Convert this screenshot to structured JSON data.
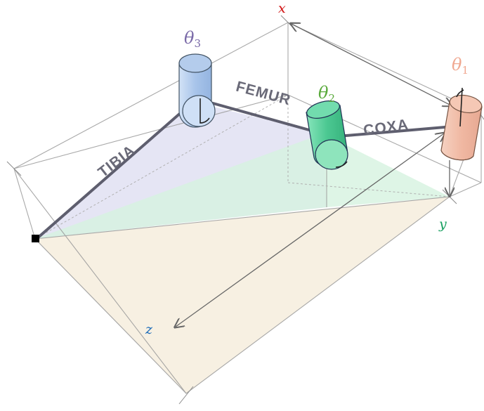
{
  "segments": {
    "tibia": "TIBIA",
    "femur": "FEMUR",
    "coxa": "COXA"
  },
  "joints": {
    "theta1": {
      "symbol": "θ",
      "sub": "1",
      "color": "#f0a890"
    },
    "theta2": {
      "symbol": "θ",
      "sub": "2",
      "color": "#5aaa3c"
    },
    "theta3": {
      "symbol": "θ",
      "sub": "3",
      "color": "#7a6aa8"
    }
  },
  "axes": {
    "x": {
      "label": "x",
      "color": "#d01010"
    },
    "y": {
      "label": "y",
      "color": "#18a060"
    },
    "z": {
      "label": "z",
      "color": "#1a6ab8"
    }
  },
  "colors": {
    "leg": "#5e5e6e",
    "bottom_plane": "#f7efe0",
    "vertical_plane": "#dcdcf0",
    "green_plane": "#d6f2e0",
    "cyl_theta1": "#f3c2ae",
    "cyl_theta2": "#5ed6a0",
    "cyl_theta3": "#b8d0ee"
  },
  "icons": [
    "rotation-arrow-icon",
    "arrowhead-icon",
    "foot-point-icon"
  ]
}
